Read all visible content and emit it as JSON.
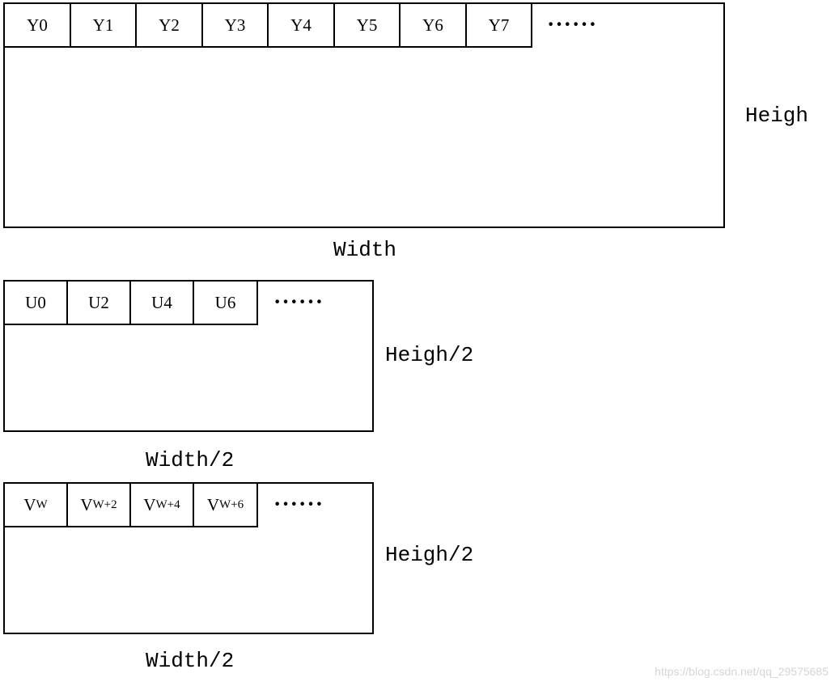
{
  "y_plane": {
    "cells": [
      "Y0",
      "Y1",
      "Y2",
      "Y3",
      "Y4",
      "Y5",
      "Y6",
      "Y7"
    ],
    "ellipsis": "······",
    "width_label": "Width",
    "height_label": "Heigh"
  },
  "u_plane": {
    "cells": [
      "U0",
      "U2",
      "U4",
      "U6"
    ],
    "ellipsis": "······",
    "width_label": "Width/2",
    "height_label": "Heigh/2"
  },
  "v_plane": {
    "cells": [
      {
        "base": "V",
        "suffix": "W"
      },
      {
        "base": "V",
        "suffix": "W+2"
      },
      {
        "base": "V",
        "suffix": "W+4"
      },
      {
        "base": "V",
        "suffix": "W+6"
      }
    ],
    "ellipsis": "······",
    "width_label": "Width/2",
    "height_label": "Heigh/2"
  },
  "watermark": "https://blog.csdn.net/qq_29575685"
}
